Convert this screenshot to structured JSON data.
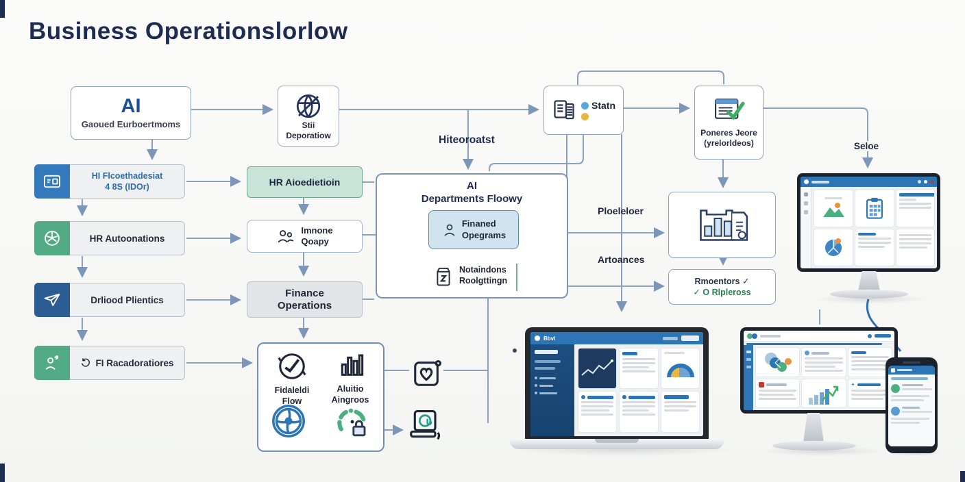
{
  "title": "Business Operationslorlow",
  "flow": {
    "ai_box": {
      "title": "AI",
      "subtitle": "Gaoued Eurboertmoms"
    },
    "stii_box": {
      "line1": "Stii",
      "line2": "Deporatiow"
    },
    "statn_box": {
      "label": "Statn"
    },
    "poneres_box": {
      "line1": "Poneres Jeore",
      "line2": "(yrelorldeos)"
    },
    "hiteoroatst_label": "Hiteoroatst",
    "ploeleloer_label": "Ploeleloer",
    "artoances_label": "Artoances",
    "seloe_label": "Seloe",
    "left_items": [
      {
        "line1": "HI Flcoethadesiat",
        "line2": "4 8S (IDOr)"
      },
      {
        "line1": "HR Autoonations"
      },
      {
        "line1": "Drliood Plientics"
      },
      {
        "line1": "FI Racadoratiores"
      }
    ],
    "mid_items": [
      {
        "label": "HR Aioedietioin"
      },
      {
        "line1": "Imnone",
        "line2": "Qoapy"
      },
      {
        "line1": "Finance",
        "line2": "Operations"
      }
    ],
    "central_box": {
      "title1": "AI",
      "title2": "Departments Floowy",
      "inner1_line1": "Finaned",
      "inner1_line2": "Opegrams",
      "inner2_line1": "Notaindons",
      "inner2_line2": "Roolgttingn"
    },
    "rmoentors_box": {
      "line1": "Rmoentors ✓",
      "line2": "✓ O Rlpleross"
    },
    "process_box": {
      "icon1_line1": "Fidaleldi",
      "icon1_line2": "Flow",
      "icon2_line1": "Aluitio",
      "icon2_line2": "Aingroos"
    }
  },
  "devices": {
    "laptop_logo": "Bbvl"
  },
  "colors": {
    "accent_blue": "#2e75b6",
    "navy": "#1e2c50",
    "green": "#4caf82",
    "arrow": "#8aa2bd",
    "light_green_fill": "#c8e3d8",
    "light_blue_fill": "#cfe4ef"
  }
}
